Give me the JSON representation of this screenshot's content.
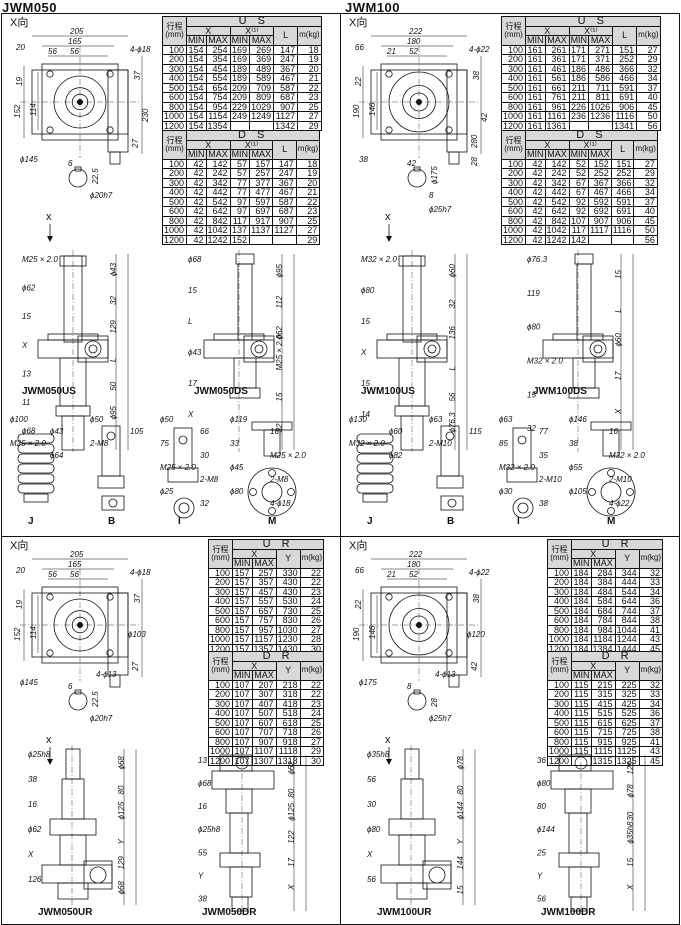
{
  "series": [
    {
      "id": "jwm050",
      "title": "JWM050",
      "views_top": {
        "x_dir": "X向",
        "dims": [
          "205",
          "165",
          "56",
          "56",
          "20",
          "4-ϕ18",
          "19",
          "152",
          "114",
          "37",
          "230",
          "27",
          "ϕ145",
          "6",
          "22.5",
          "ϕ20h7"
        ],
        "models": [
          "JWM050US",
          "JWM050DS"
        ],
        "model_dims_us": [
          "M25 × 2.0",
          "ϕ43",
          "ϕ62",
          "32",
          "15",
          "129",
          "X",
          "L",
          "13",
          "50",
          "11",
          "ϕ95",
          "ϕ68"
        ],
        "model_dims_ds": [
          "ϕ68",
          "ϕ95",
          "15",
          "112",
          "L",
          "ϕ62",
          "ϕ43",
          "M25 × 2.0",
          "17",
          "15",
          "X",
          "32"
        ],
        "accessories": [
          {
            "label": "J",
            "dims": [
              "ϕ100",
              "ϕ43",
              "M25 × 2.0",
              "ϕ64"
            ]
          },
          {
            "label": "B",
            "dims": [
              "ϕ50",
              "105",
              "2-M8"
            ]
          },
          {
            "label": "I",
            "dims": [
              "ϕ50",
              "66",
              "75",
              "30",
              "M25 × 2.0",
              "2-M8",
              "ϕ25",
              "32"
            ]
          },
          {
            "label": "M",
            "dims": [
              "ϕ119",
              "16",
              "33",
              "M25 × 2.0",
              "ϕ45",
              "2-M8",
              "ϕ80",
              "4-ϕ18"
            ]
          }
        ]
      },
      "views_bottom": {
        "x_dir": "X向",
        "dims": [
          "205",
          "165",
          "56",
          "56",
          "20",
          "4-ϕ18",
          "19",
          "152",
          "114",
          "37",
          "ϕ103",
          "ϕ145",
          "4-ϕ13",
          "27",
          "6",
          "22.5",
          "ϕ20h7"
        ],
        "models": [
          "JWM050UR",
          "JWM050DR"
        ],
        "model_dims_ur": [
          "ϕ25h8",
          "ϕ68",
          "38",
          "80",
          "16",
          "ϕ125",
          "ϕ62",
          "Y",
          "X",
          "129",
          "126",
          "ϕ68"
        ],
        "model_dims_dr": [
          "13",
          "ϕ62",
          "ϕ68",
          "80",
          "16",
          "ϕ125",
          "ϕ25h8",
          "122",
          "55",
          "17",
          "Y",
          "X",
          "38"
        ]
      },
      "tables": {
        "us": {
          "title": "U S",
          "stroke_label": "行程(mm)",
          "x_label": "X",
          "x1_label": "X⁽¹⁾",
          "min": "MIN",
          "max": "MAX",
          "l_label": "L",
          "m_label": "m(kg)",
          "rows": [
            [
              "100",
              "154",
              "254",
              "169",
              "269",
              "147",
              "18"
            ],
            [
              "200",
              "154",
              "354",
              "169",
              "369",
              "247",
              "19"
            ],
            [
              "300",
              "154",
              "454",
              "189",
              "489",
              "367",
              "20"
            ],
            [
              "400",
              "154",
              "554",
              "189",
              "589",
              "467",
              "21"
            ],
            [
              "500",
              "154",
              "654",
              "209",
              "709",
              "587",
              "22"
            ],
            [
              "600",
              "154",
              "754",
              "209",
              "809",
              "687",
              "23"
            ],
            [
              "800",
              "154",
              "954",
              "229",
              "1029",
              "907",
              "25"
            ],
            [
              "1000",
              "154",
              "1154",
              "249",
              "1249",
              "1127",
              "27"
            ],
            [
              "1200",
              "154",
              "1354",
              "",
              "",
              "1342",
              "29"
            ]
          ]
        },
        "ds": {
          "title": "D S",
          "stroke_label": "行程(mm)",
          "x_label": "X",
          "x1_label": "X⁽¹⁾",
          "min": "MIN",
          "max": "MAX",
          "l_label": "L",
          "m_label": "m(kg)",
          "rows": [
            [
              "100",
              "42",
              "142",
              "57",
              "157",
              "147",
              "18"
            ],
            [
              "200",
              "42",
              "242",
              "57",
              "257",
              "247",
              "19"
            ],
            [
              "300",
              "42",
              "342",
              "77",
              "377",
              "367",
              "20"
            ],
            [
              "400",
              "42",
              "442",
              "77",
              "477",
              "467",
              "21"
            ],
            [
              "500",
              "42",
              "542",
              "97",
              "597",
              "587",
              "22"
            ],
            [
              "600",
              "42",
              "642",
              "97",
              "697",
              "687",
              "23"
            ],
            [
              "800",
              "42",
              "842",
              "117",
              "917",
              "907",
              "25"
            ],
            [
              "1000",
              "42",
              "1042",
              "137",
              "1137",
              "1127",
              "27"
            ],
            [
              "1200",
              "42",
              "1242",
              "152",
              "",
              "",
              "29"
            ]
          ]
        },
        "ur": {
          "title": "U R",
          "stroke_label": "行程(mm)",
          "x_label": "X",
          "min": "MIN",
          "max": "MAX",
          "y_label": "Y",
          "m_label": "m(kg)",
          "rows": [
            [
              "100",
              "157",
              "257",
              "330",
              "22"
            ],
            [
              "200",
              "157",
              "357",
              "430",
              "22"
            ],
            [
              "300",
              "157",
              "457",
              "430",
              "23"
            ],
            [
              "400",
              "157",
              "557",
              "530",
              "24"
            ],
            [
              "500",
              "157",
              "657",
              "730",
              "25"
            ],
            [
              "600",
              "157",
              "757",
              "830",
              "26"
            ],
            [
              "800",
              "157",
              "957",
              "1030",
              "27"
            ],
            [
              "1000",
              "157",
              "1157",
              "1230",
              "28"
            ],
            [
              "1200",
              "157",
              "1357",
              "1430",
              "30"
            ]
          ]
        },
        "dr": {
          "title": "D R",
          "stroke_label": "行程(mm)",
          "x_label": "X",
          "min": "MIN",
          "max": "MAX",
          "y_label": "Y",
          "m_label": "m(kg)",
          "rows": [
            [
              "100",
              "107",
              "207",
              "218",
              "22"
            ],
            [
              "200",
              "107",
              "307",
              "318",
              "22"
            ],
            [
              "300",
              "107",
              "407",
              "418",
              "23"
            ],
            [
              "400",
              "107",
              "507",
              "518",
              "24"
            ],
            [
              "500",
              "107",
              "607",
              "618",
              "25"
            ],
            [
              "600",
              "107",
              "707",
              "718",
              "26"
            ],
            [
              "800",
              "107",
              "907",
              "918",
              "27"
            ],
            [
              "1000",
              "107",
              "1107",
              "1118",
              "29"
            ],
            [
              "1200",
              "107",
              "1307",
              "1318",
              "30"
            ]
          ]
        }
      }
    },
    {
      "id": "jwm100",
      "title": "JWM100",
      "views_top": {
        "x_dir": "X向",
        "dims": [
          "222",
          "180",
          "21",
          "52",
          "66",
          "4-ϕ22",
          "22",
          "190",
          "146",
          "38",
          "42",
          "280",
          "38",
          "42",
          "ϕ175",
          "8",
          "28",
          "ϕ25h7"
        ],
        "models": [
          "JWM100US",
          "JWM100DS"
        ],
        "model_dims_us": [
          "M32 × 2.0",
          "ϕ60",
          "ϕ80",
          "32",
          "15",
          "136",
          "X",
          "L",
          "15",
          "56",
          "14",
          "ϕ76.3"
        ],
        "model_dims_ds": [
          "ϕ76.3",
          "15",
          "119",
          "L",
          "ϕ80",
          "ϕ60",
          "M32 × 2.0",
          "17",
          "15",
          "X",
          "32"
        ],
        "accessories": [
          {
            "label": "J",
            "dims": [
              "ϕ130",
              "ϕ60",
              "M32 × 2.0",
              "ϕ82"
            ]
          },
          {
            "label": "B",
            "dims": [
              "ϕ63",
              "115",
              "2-M10"
            ]
          },
          {
            "label": "I",
            "dims": [
              "ϕ63",
              "77",
              "85",
              "35",
              "M32 × 2.0",
              "2-M10",
              "ϕ30",
              "38"
            ]
          },
          {
            "label": "M",
            "dims": [
              "ϕ146",
              "16",
              "38",
              "M32 × 2.0",
              "ϕ55",
              "2-M10",
              "ϕ105",
              "4-ϕ22"
            ]
          }
        ]
      },
      "views_bottom": {
        "x_dir": "X向",
        "dims": [
          "222",
          "180",
          "21",
          "52",
          "66",
          "4-ϕ22",
          "22",
          "190",
          "146",
          "38",
          "ϕ120",
          "ϕ175",
          "4-ϕ13",
          "42",
          "8",
          "28",
          "ϕ25h7"
        ],
        "models": [
          "JWM100UR",
          "JWM100DR"
        ],
        "model_dims_ur": [
          "ϕ35h8",
          "ϕ78",
          "56",
          "80",
          "30",
          "ϕ144",
          "ϕ80",
          "Y",
          "X",
          "144",
          "56",
          "15"
        ],
        "model_dims_dr": [
          "36",
          "129",
          "ϕ80",
          "ϕ78",
          "80",
          "30",
          "ϕ144",
          "ϕ35h8",
          "25",
          "15",
          "Y",
          "X",
          "56"
        ]
      },
      "tables": {
        "us": {
          "title": "U S",
          "stroke_label": "行程(mm)",
          "x_label": "X",
          "x1_label": "X⁽¹⁾",
          "min": "MIN",
          "max": "MAX",
          "l_label": "L",
          "m_label": "m(kg)",
          "rows": [
            [
              "100",
              "161",
              "261",
              "171",
              "271",
              "151",
              "27"
            ],
            [
              "200",
              "161",
              "361",
              "171",
              "371",
              "252",
              "29"
            ],
            [
              "300",
              "161",
              "461",
              "186",
              "486",
              "366",
              "32"
            ],
            [
              "400",
              "161",
              "561",
              "186",
              "586",
              "466",
              "34"
            ],
            [
              "500",
              "161",
              "661",
              "211",
              "711",
              "591",
              "37"
            ],
            [
              "600",
              "161",
              "761",
              "211",
              "811",
              "691",
              "40"
            ],
            [
              "800",
              "161",
              "961",
              "226",
              "1026",
              "906",
              "45"
            ],
            [
              "1000",
              "161",
              "1161",
              "236",
              "1236",
              "1116",
              "50"
            ],
            [
              "1200",
              "161",
              "1361",
              "",
              "",
              "1341",
              "56"
            ]
          ]
        },
        "ds": {
          "title": "D S",
          "stroke_label": "行程(mm)",
          "x_label": "X",
          "x1_label": "X⁽¹⁾",
          "min": "MIN",
          "max": "MAX",
          "l_label": "L",
          "m_label": "m(kg)",
          "rows": [
            [
              "100",
              "42",
              "142",
              "52",
              "152",
              "151",
              "27"
            ],
            [
              "200",
              "42",
              "242",
              "52",
              "252",
              "252",
              "29"
            ],
            [
              "300",
              "42",
              "342",
              "67",
              "367",
              "366",
              "32"
            ],
            [
              "400",
              "42",
              "442",
              "67",
              "467",
              "466",
              "34"
            ],
            [
              "500",
              "42",
              "542",
              "92",
              "592",
              "591",
              "37"
            ],
            [
              "600",
              "42",
              "642",
              "92",
              "692",
              "691",
              "40"
            ],
            [
              "800",
              "42",
              "842",
              "107",
              "907",
              "906",
              "45"
            ],
            [
              "1000",
              "42",
              "1042",
              "117",
              "1117",
              "1116",
              "50"
            ],
            [
              "1200",
              "42",
              "1242",
              "142",
              "",
              "",
              "56"
            ]
          ]
        },
        "ur": {
          "title": "U R",
          "stroke_label": "行程(mm)",
          "x_label": "X",
          "min": "MIN",
          "max": "MAX",
          "y_label": "Y",
          "m_label": "m(kg)",
          "rows": [
            [
              "100",
              "184",
              "284",
              "344",
              "32"
            ],
            [
              "200",
              "184",
              "384",
              "444",
              "33"
            ],
            [
              "300",
              "184",
              "484",
              "544",
              "34"
            ],
            [
              "400",
              "184",
              "584",
              "644",
              "36"
            ],
            [
              "500",
              "184",
              "684",
              "744",
              "37"
            ],
            [
              "600",
              "184",
              "784",
              "844",
              "38"
            ],
            [
              "800",
              "184",
              "984",
              "1044",
              "41"
            ],
            [
              "1000",
              "184",
              "1184",
              "1244",
              "43"
            ],
            [
              "1200",
              "184",
              "1384",
              "1444",
              "45"
            ]
          ]
        },
        "dr": {
          "title": "D R",
          "stroke_label": "行程(mm)",
          "x_label": "X",
          "min": "MIN",
          "max": "MAX",
          "y_label": "Y",
          "m_label": "m(kg)",
          "rows": [
            [
              "100",
              "115",
              "215",
              "225",
              "32"
            ],
            [
              "200",
              "115",
              "315",
              "325",
              "33"
            ],
            [
              "300",
              "115",
              "415",
              "425",
              "34"
            ],
            [
              "400",
              "115",
              "515",
              "525",
              "36"
            ],
            [
              "500",
              "115",
              "615",
              "625",
              "37"
            ],
            [
              "600",
              "115",
              "715",
              "725",
              "38"
            ],
            [
              "800",
              "115",
              "915",
              "925",
              "41"
            ],
            [
              "1000",
              "115",
              "1115",
              "1125",
              "43"
            ],
            [
              "1200",
              "",
              "1315",
              "1325",
              "45"
            ]
          ]
        }
      }
    }
  ]
}
